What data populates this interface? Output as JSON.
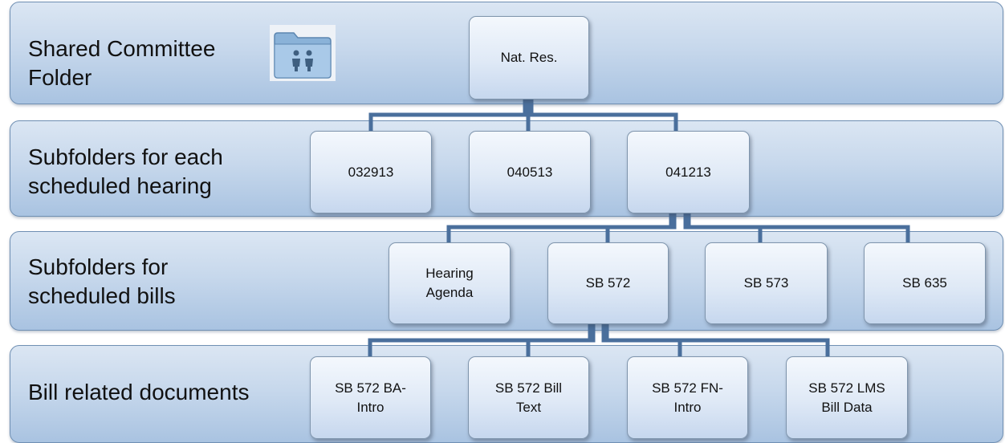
{
  "levels": [
    {
      "label": "Shared Committee\nFolder"
    },
    {
      "label": "Subfolders for each\nscheduled hearing"
    },
    {
      "label": "Subfolders for\nscheduled bills"
    },
    {
      "label": "Bill related documents"
    }
  ],
  "root": {
    "label": "Nat. Res."
  },
  "hearings": [
    {
      "label": "032913"
    },
    {
      "label": "040513"
    },
    {
      "label": "041213"
    }
  ],
  "bills": [
    {
      "label": "Hearing\nAgenda"
    },
    {
      "label": "SB 572"
    },
    {
      "label": "SB 573"
    },
    {
      "label": "SB 635"
    }
  ],
  "documents": [
    {
      "label": "SB 572 BA-\nIntro"
    },
    {
      "label": "SB 572 Bill\nText"
    },
    {
      "label": "SB 572 FN-\nIntro"
    },
    {
      "label": "SB 572 LMS\nBill Data"
    }
  ],
  "icon": "shared-folder-icon",
  "colors": {
    "connector": "#4a6f9c",
    "band": "#c7d8ec",
    "node": "#dfe9f6"
  }
}
